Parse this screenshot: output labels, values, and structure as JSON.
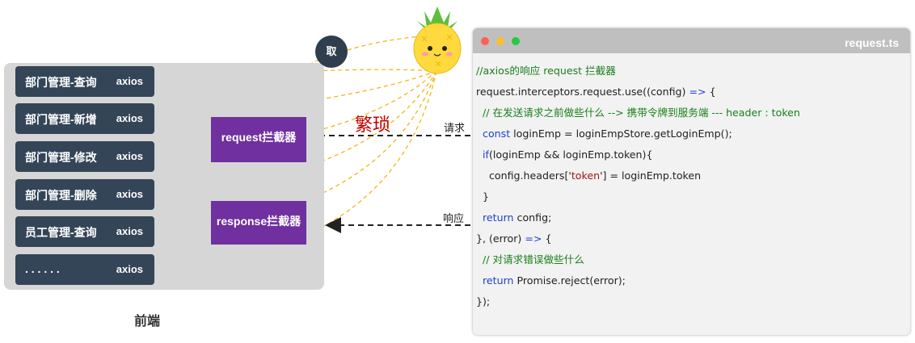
{
  "frontend": {
    "modules": [
      {
        "name": "部门管理-查询",
        "axios": "axios"
      },
      {
        "name": "部门管理-新增",
        "axios": "axios"
      },
      {
        "name": "部门管理-修改",
        "axios": "axios"
      },
      {
        "name": "部门管理-删除",
        "axios": "axios"
      },
      {
        "name": "员工管理-查询",
        "axios": "axios"
      },
      {
        "name": ". . . . . .",
        "axios": "axios"
      }
    ],
    "caption": "前端"
  },
  "interceptors": {
    "request": "request拦截器",
    "response": "response拦截器"
  },
  "labels": {
    "tedious": "繁琐",
    "take": "取",
    "request_arrow": "请求",
    "response_arrow": "响应"
  },
  "code_window": {
    "filename": "request.ts",
    "lines": [
      "//axios的响应 request 拦截器",
      "request.interceptors.request.use((config) => {",
      "  // 在发送请求之前做些什么 --> 携带令牌到服务端 --- header : token",
      "  const loginEmp = loginEmpStore.getLoginEmp();",
      "  if(loginEmp && loginEmp.token){",
      "    config.headers['token'] = loginEmp.token",
      "  }",
      "  return config;",
      "}, (error) => {",
      "  // 对请求错误做些什么",
      "  return Promise.reject(error);",
      "});"
    ]
  },
  "colors": {
    "module_bg": "#344558",
    "interceptor_bg": "#7030a0",
    "panel_bg": "#d6d6d6",
    "keyword": "#1f3fd8",
    "comment": "#1a7f1a",
    "string": "#a31515",
    "dashed_orange": "#f5b000"
  }
}
